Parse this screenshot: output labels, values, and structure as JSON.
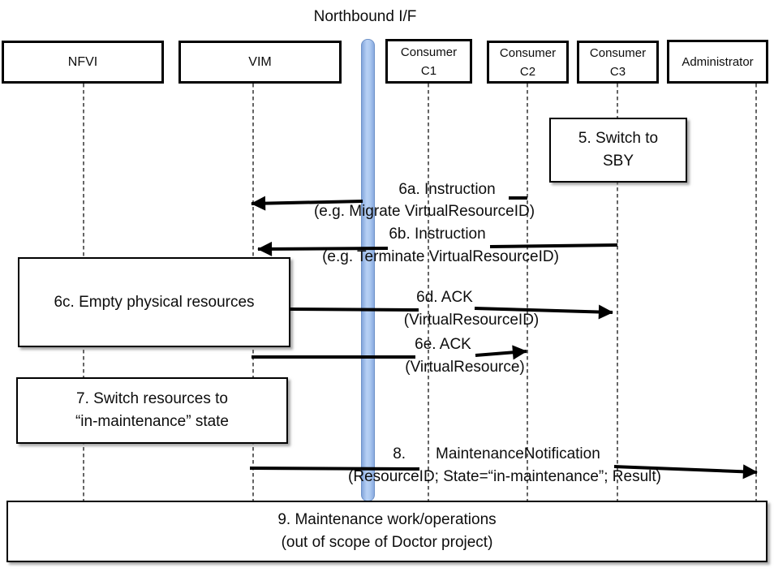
{
  "title": "Northbound I/F",
  "actors": {
    "nfvi": "NFVI",
    "vim": "VIM",
    "c1": "Consumer\nC1",
    "c2": "Consumer\nC2",
    "c3": "Consumer\nC3",
    "admin": "Administrator"
  },
  "notes": {
    "switch_sby": "5. Switch to\nSBY",
    "empty_resources": "6c. Empty physical resources",
    "switch_maintenance": "7. Switch resources to\n“in-maintenance” state",
    "maintenance_work": "9. Maintenance work/operations\n(out of scope of Doctor project)"
  },
  "messages": {
    "m6a": {
      "title": "6a. Instruction",
      "detail": "(e.g. Migrate VirtualResourceID)"
    },
    "m6b": {
      "title": "6b. Instruction",
      "detail": "(e.g. Terminate VirtualResourceID)"
    },
    "m6d": {
      "title": "6d. ACK",
      "detail": "(VirtualResourceID)"
    },
    "m6e": {
      "title": "6e. ACK",
      "detail": "(VirtualResource)"
    },
    "m8": {
      "title": "8.       MaintenanceNotification",
      "detail": "(ResourceID; State=“in-maintenance”; Result)"
    }
  },
  "colors": {
    "bar_fill": "#AECAF1",
    "bar_edge": "#6F92C8",
    "line": "#000000",
    "lifeline": "#3F3F3F"
  }
}
